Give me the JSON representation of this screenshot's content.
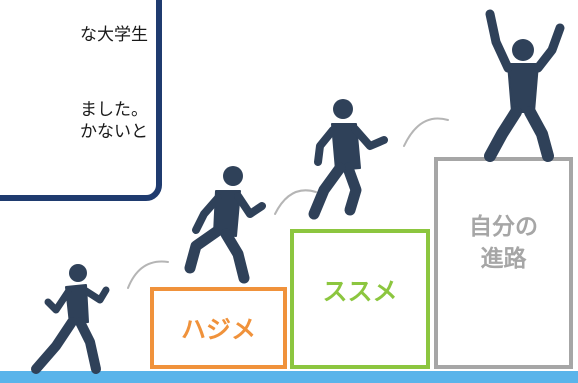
{
  "speech_bubble": {
    "line1": "な大学生",
    "line2": "ました。",
    "line3": "かないと"
  },
  "steps": [
    {
      "label": "ハジメ",
      "color": "#f0923b"
    },
    {
      "label": "ススメ",
      "color": "#8cc63f"
    },
    {
      "label_line1": "自分の",
      "label_line2": "進路",
      "color": "#a6a6a6"
    }
  ],
  "figure_color": "#2f4159",
  "bubble_border_color": "#1f3b6f",
  "ground_color": "#5ab4ea"
}
